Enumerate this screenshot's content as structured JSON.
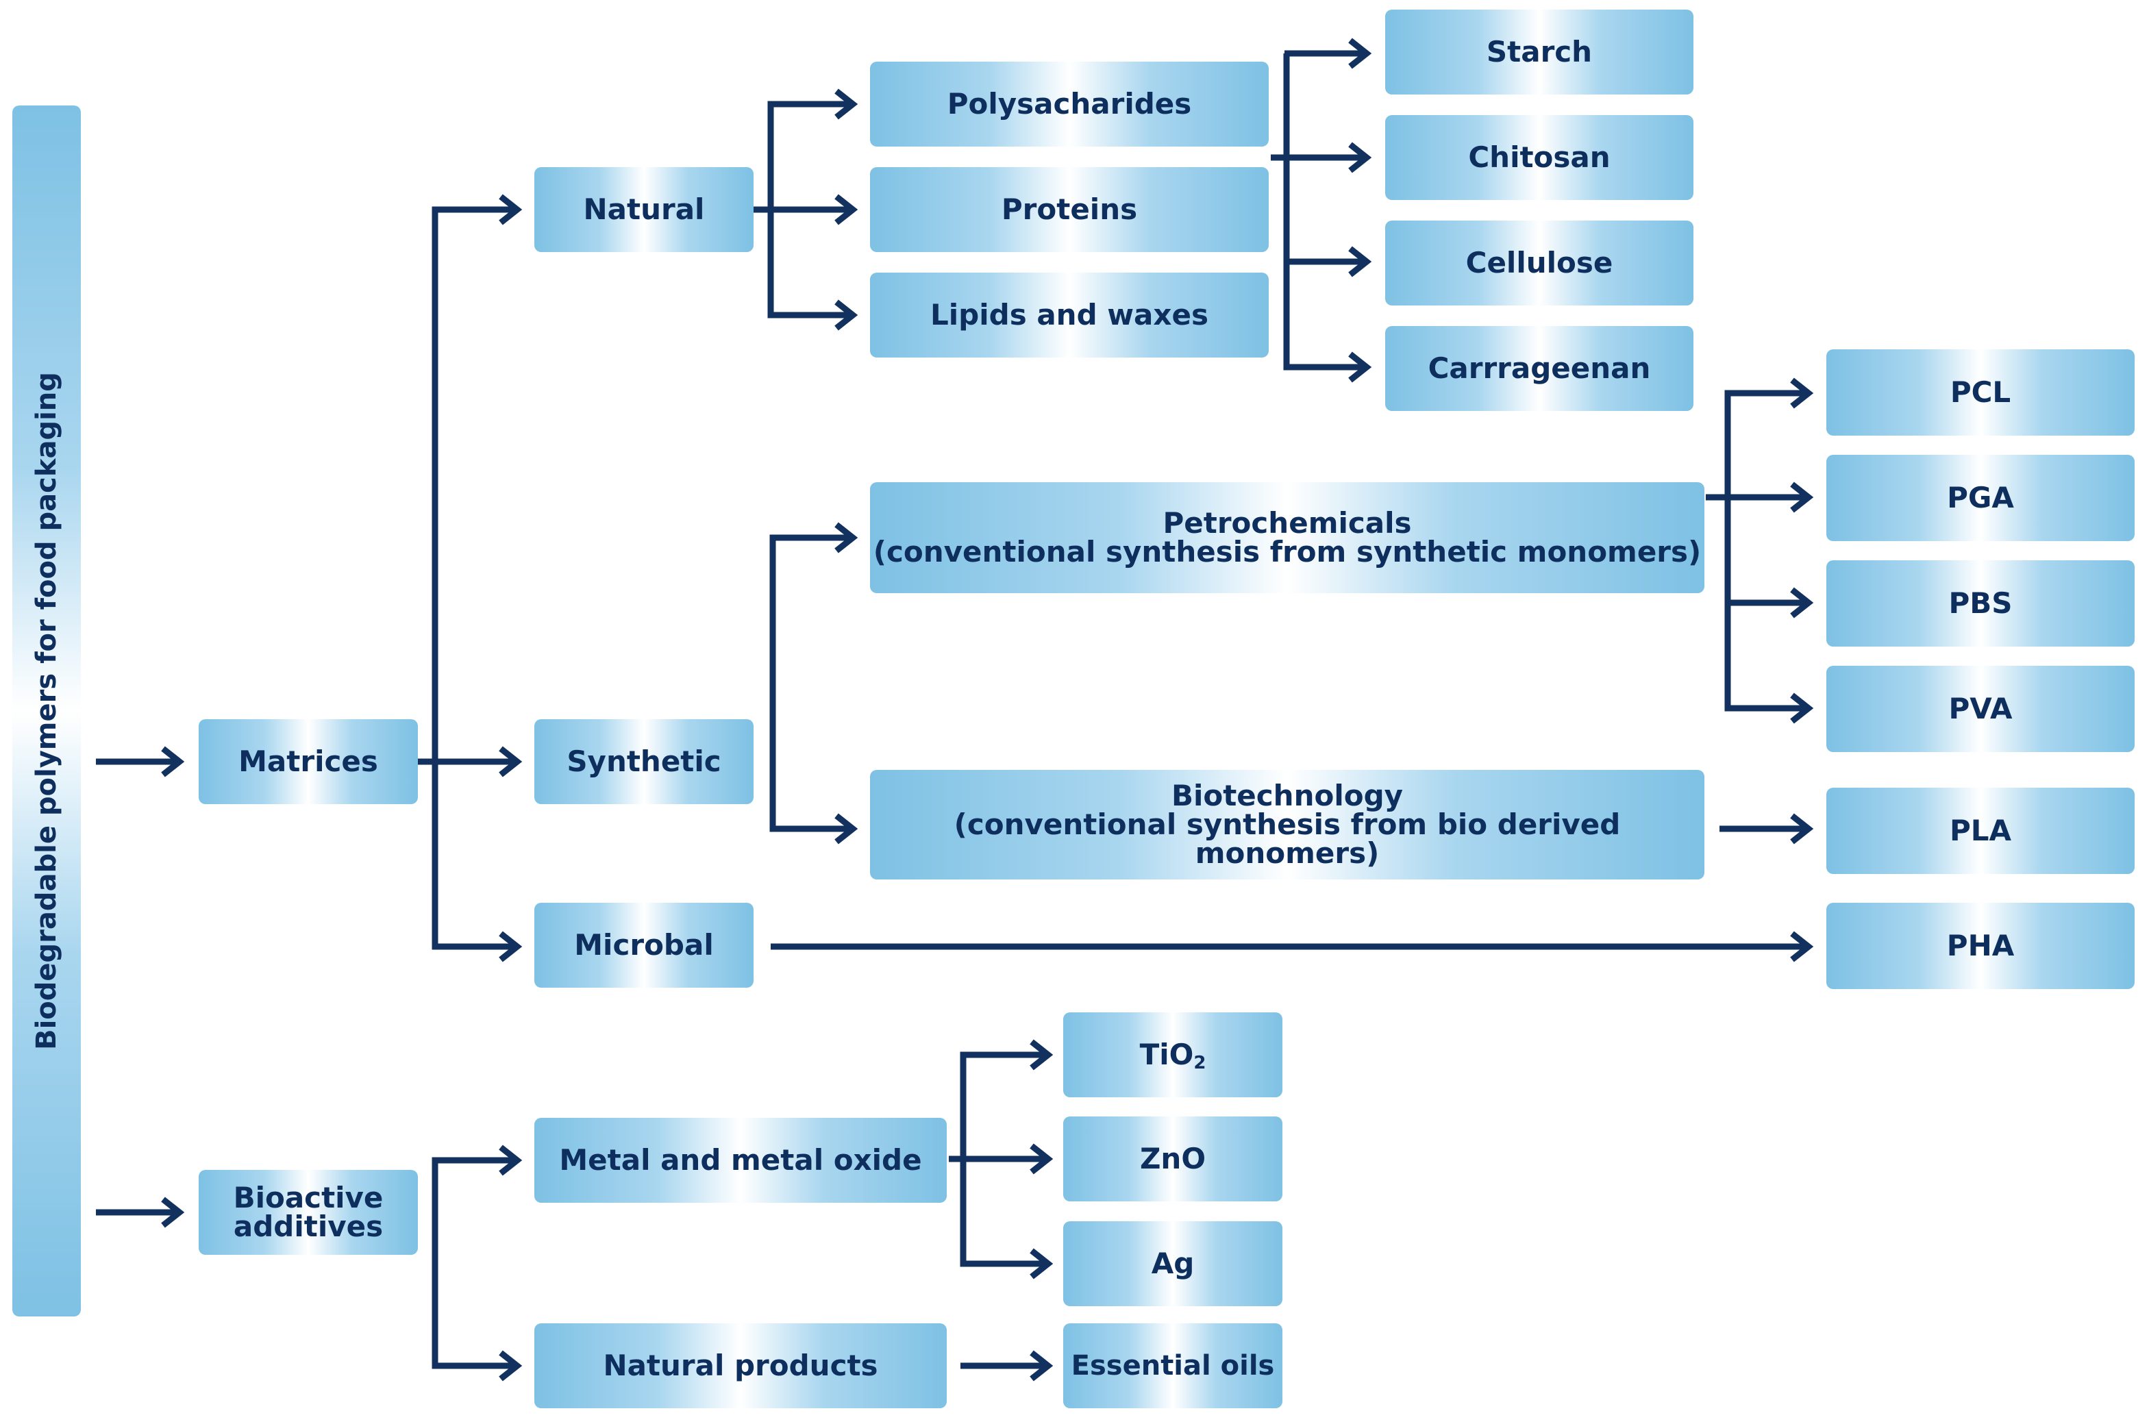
{
  "root": "Biodegradable polymers for food packaging",
  "level1": {
    "matrices": "Matrices",
    "bioactive_line1": "Bioactive",
    "bioactive_line2": "additives"
  },
  "matrix_types": {
    "natural": "Natural",
    "synthetic": "Synthetic",
    "microbal": "Microbal"
  },
  "natural_children": {
    "polysacharides": "Polysacharides",
    "proteins": "Proteins",
    "lipids": "Lipids and waxes"
  },
  "polysacharide_examples": {
    "starch": "Starch",
    "chitosan": "Chitosan",
    "cellulose": "Cellulose",
    "carrageenan": "Carrrageenan"
  },
  "synthetic_children": {
    "petro_line1": "Petrochemicals",
    "petro_line2": "(conventional synthesis from synthetic monomers)",
    "bio_line1": "Biotechnology",
    "bio_line2": "(conventional synthesis from bio derived monomers)"
  },
  "polymers": {
    "pcl": "PCL",
    "pga": "PGA",
    "pbs": "PBS",
    "pva": "PVA",
    "pla": "PLA",
    "pha": "PHA"
  },
  "additive_types": {
    "metal": "Metal and metal oxide",
    "natural_products": "Natural products"
  },
  "additive_examples": {
    "tio2_base": "TiO",
    "tio2_sub": "2",
    "zno": "ZnO",
    "ag": "Ag",
    "oils": "Essential oils"
  },
  "colors": {
    "connector": "#12315f",
    "box_edge": "#7ec1e4",
    "text": "#0e2f5e"
  }
}
